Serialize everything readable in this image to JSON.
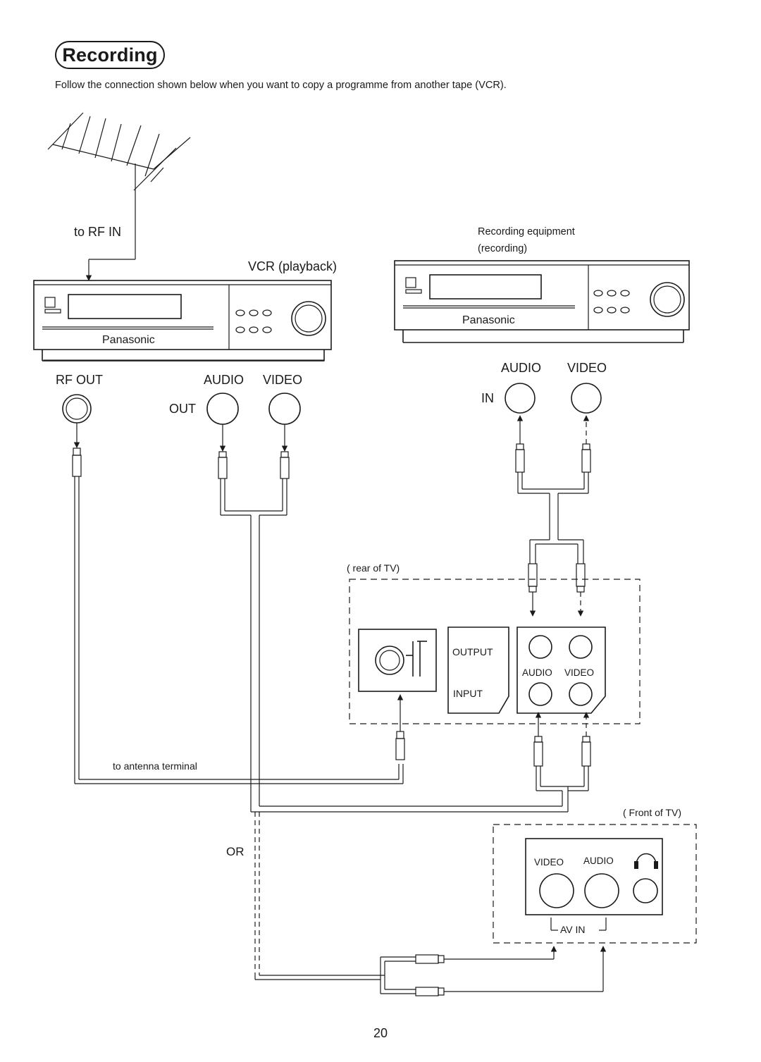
{
  "header": {
    "title": "Recording",
    "intro": "Follow the connection shown below when you want to copy a programme from another tape (VCR)."
  },
  "labels": {
    "to_rf_in": "to RF IN",
    "vcr_playback": "VCR (playback)",
    "recording_equipment_1": "Recording equipment",
    "recording_equipment_2": "(recording)",
    "brand": "Panasonic",
    "rf_out": "RF OUT",
    "out": "OUT",
    "audio": "AUDIO",
    "video": "VIDEO",
    "in": "IN",
    "rear_of_tv": "( rear of TV)",
    "output": "OUTPUT",
    "input": "INPUT",
    "to_antenna_terminal": "to antenna terminal",
    "front_of_tv": "( Front of TV)",
    "or": "OR",
    "av_in": "AV IN"
  },
  "footer": {
    "page_number": "20"
  }
}
